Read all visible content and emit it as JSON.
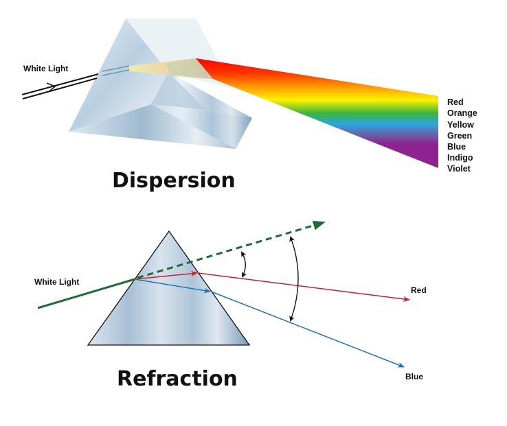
{
  "dispersion": {
    "title": "Dispersion",
    "input_label": "White Light",
    "spectrum": [
      {
        "name": "Red",
        "color": "#ff0000"
      },
      {
        "name": "Orange",
        "color": "#ff8a00"
      },
      {
        "name": "Yellow",
        "color": "#fff200"
      },
      {
        "name": "Green",
        "color": "#3cb43c"
      },
      {
        "name": "Blue",
        "color": "#2aa6df"
      },
      {
        "name": "Indigo",
        "color": "#6a5fa8"
      },
      {
        "name": "Violet",
        "color": "#8e2290"
      }
    ]
  },
  "refraction": {
    "title": "Refraction",
    "input_label": "White Light",
    "ray_red_label": "Red",
    "ray_blue_label": "Blue",
    "colors": {
      "white_light": "#1e6b35",
      "red": "#c8202a",
      "blue": "#1f74b8",
      "angle_arc": "#111111"
    }
  }
}
